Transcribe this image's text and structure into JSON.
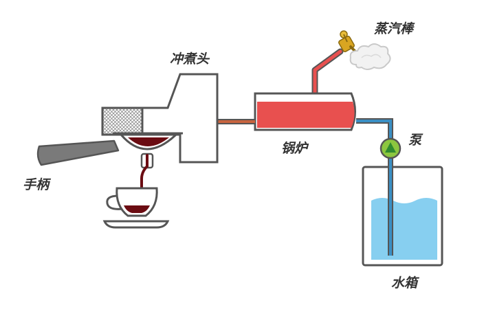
{
  "labels": {
    "group_head": "冲煮头",
    "steam_wand": "蒸汽棒",
    "boiler": "锅炉",
    "pump": "泵",
    "handle": "手柄",
    "water_tank": "水箱"
  },
  "colors": {
    "outline": "#555555",
    "boiler_red": "#e8504f",
    "hot_pipe": "#c8643f",
    "cold_pipe": "#3a8fc4",
    "water": "#87cff0",
    "coffee": "#6b0c12",
    "pump_green": "#8cc63f",
    "pump_arrow": "#2f8a2f",
    "handle_grey": "#7a7a7a"
  }
}
